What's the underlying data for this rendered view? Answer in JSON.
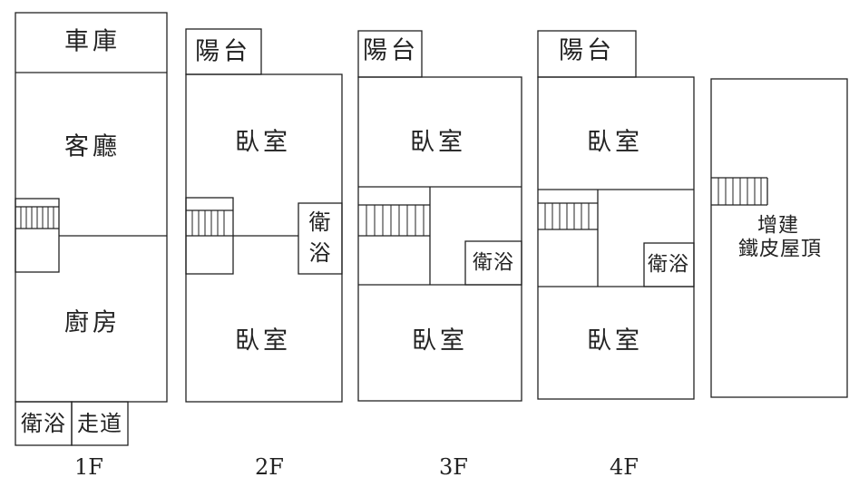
{
  "floors": {
    "f1": {
      "label": "1F",
      "garage": "車庫",
      "living": "客廳",
      "kitchen": "廚房",
      "bath": "衛浴",
      "corridor": "走道"
    },
    "f2": {
      "label": "2F",
      "balcony": "陽台",
      "bedroom_front": "臥室",
      "bath": "衛浴",
      "bedroom_rear": "臥室"
    },
    "f3": {
      "label": "3F",
      "balcony": "陽台",
      "bedroom_front": "臥室",
      "bath": "衛浴",
      "bedroom_rear": "臥室"
    },
    "f4": {
      "label": "4F",
      "balcony": "陽台",
      "bedroom_front": "臥室",
      "bath": "衛浴",
      "bedroom_rear": "臥室"
    },
    "roof": {
      "line1": "增建",
      "line2": "鐵皮屋頂"
    }
  }
}
